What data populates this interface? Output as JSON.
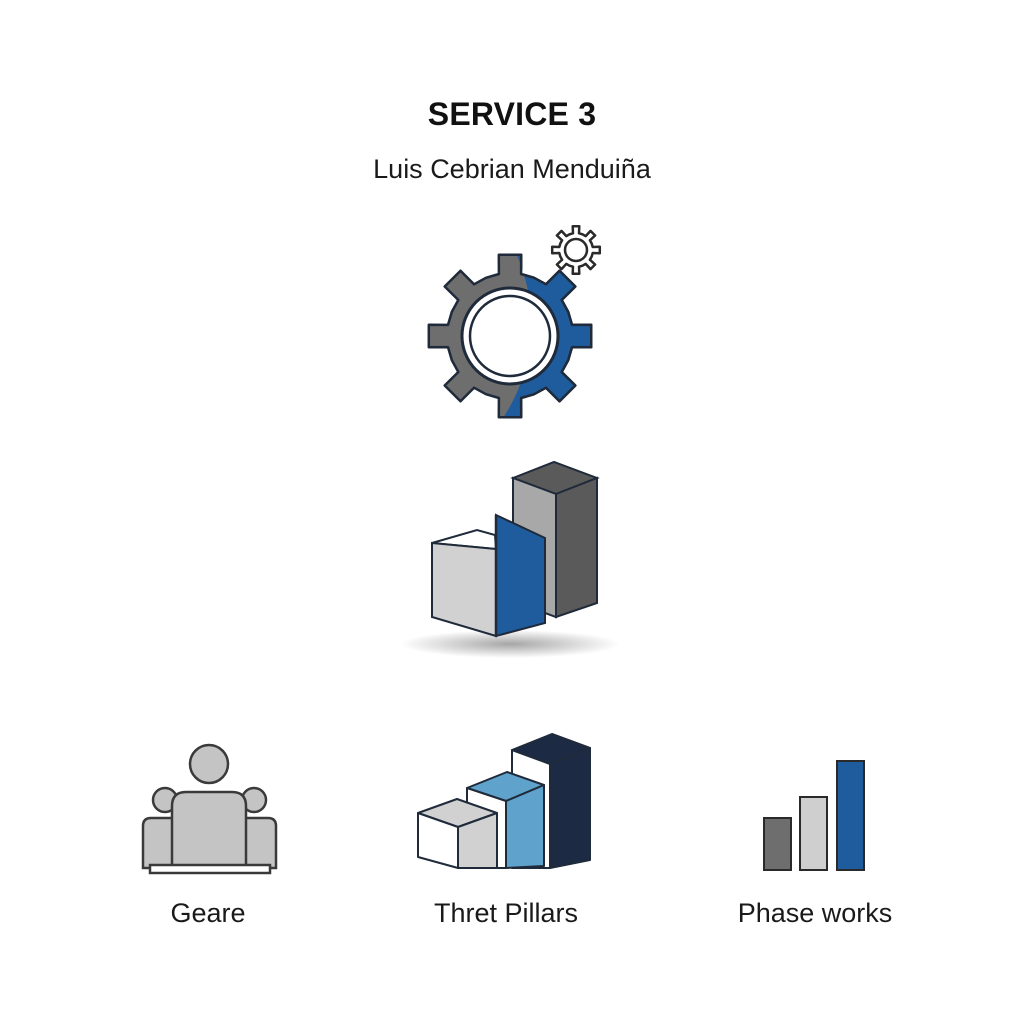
{
  "header": {
    "title": "SERVICE 3",
    "subtitle": "Luis Cebrian Menduiña"
  },
  "icons": {
    "main": "gear-icon",
    "main_badge": "small-gear-icon",
    "center": "pillar-blocks-icon",
    "bottom": [
      "team-icon",
      "stair-blocks-icon",
      "bar-chart-icon"
    ]
  },
  "captions": [
    "Geare",
    "Thret Pillars",
    "Phase works"
  ],
  "colors": {
    "blue": "#1f5c9e",
    "light_blue": "#5fa3cc",
    "navy": "#1c2a44",
    "dark_gray": "#5a5a5a",
    "mid_gray": "#a8a8a8",
    "light_gray": "#cfcfcf",
    "outline": "#1f2a3a"
  }
}
